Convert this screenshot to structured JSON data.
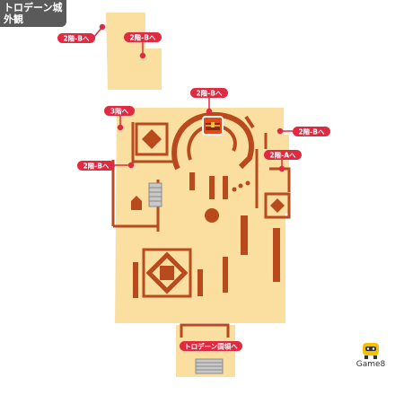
{
  "title": {
    "line1": "トロデーン城",
    "line2": "外観"
  },
  "labels": {
    "top_left_2fb": "2階-Bへ",
    "top_right_2fb": "2階-Bへ",
    "center_2fb": "2階-Bへ",
    "f3": "3階へ",
    "right_2fb": "2階-Bへ",
    "left_2fb": "2階-Bへ",
    "right_2fa": "2階-Aへ",
    "bottom_exit": "トロデーン国領へ"
  },
  "watermark": {
    "text": "Game8"
  },
  "colors": {
    "floor": "#fbdfa0",
    "wall_accent": "#b84a1e",
    "label_red": "#e02a41",
    "stairs": "#c8c8c8"
  },
  "icons": {
    "chest": "treasure-chest-icon",
    "stairs": "stairs-icon"
  }
}
